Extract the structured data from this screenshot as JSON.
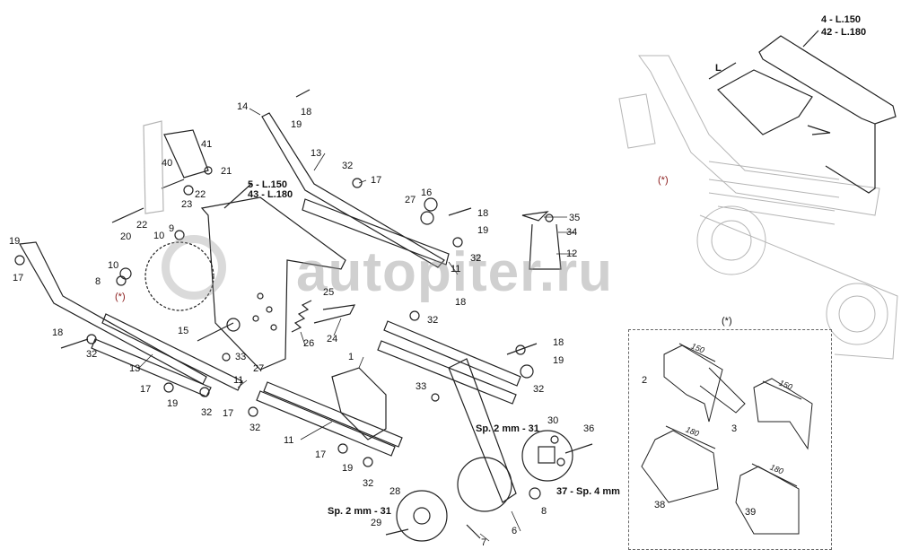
{
  "title_callouts": {
    "upper_right_a": "4   - L.150",
    "upper_right_b": "42 - L.180",
    "plate_a": "5   - L.150",
    "plate_b": "43 - L.180",
    "spacer_right": "Sp. 2 mm - 31",
    "spacer_37": "37 - Sp. 4 mm",
    "spacer_left": "Sp. 2 mm - 31",
    "dimension_L": "L"
  },
  "callouts": [
    "14",
    "18",
    "19",
    "13",
    "41",
    "40",
    "21",
    "32",
    "17",
    "22",
    "23",
    "16",
    "27",
    "18",
    "19",
    "35",
    "34",
    "12",
    "20",
    "22",
    "9",
    "10",
    "19",
    "17",
    "10",
    "8",
    "(*)",
    "32",
    "11",
    "25",
    "18",
    "32",
    "15",
    "26",
    "24",
    "18",
    "32",
    "18",
    "19",
    "33",
    "27",
    "13",
    "11",
    "1",
    "33",
    "32",
    "17",
    "19",
    "32",
    "17",
    "32",
    "11",
    "17",
    "19",
    "32",
    "30",
    "36",
    "8",
    "28",
    "29",
    "7",
    "6",
    "(*)",
    "(*)"
  ],
  "inset": {
    "marker": "(*)",
    "parts": [
      "2",
      "3",
      "38",
      "39"
    ],
    "dimensions": [
      "150",
      "150",
      "180",
      "180"
    ]
  },
  "watermark": "autopiter.ru",
  "colors": {
    "line": "#222222",
    "ghost": "#b0b0b0",
    "marker": "#8a1a1a"
  }
}
